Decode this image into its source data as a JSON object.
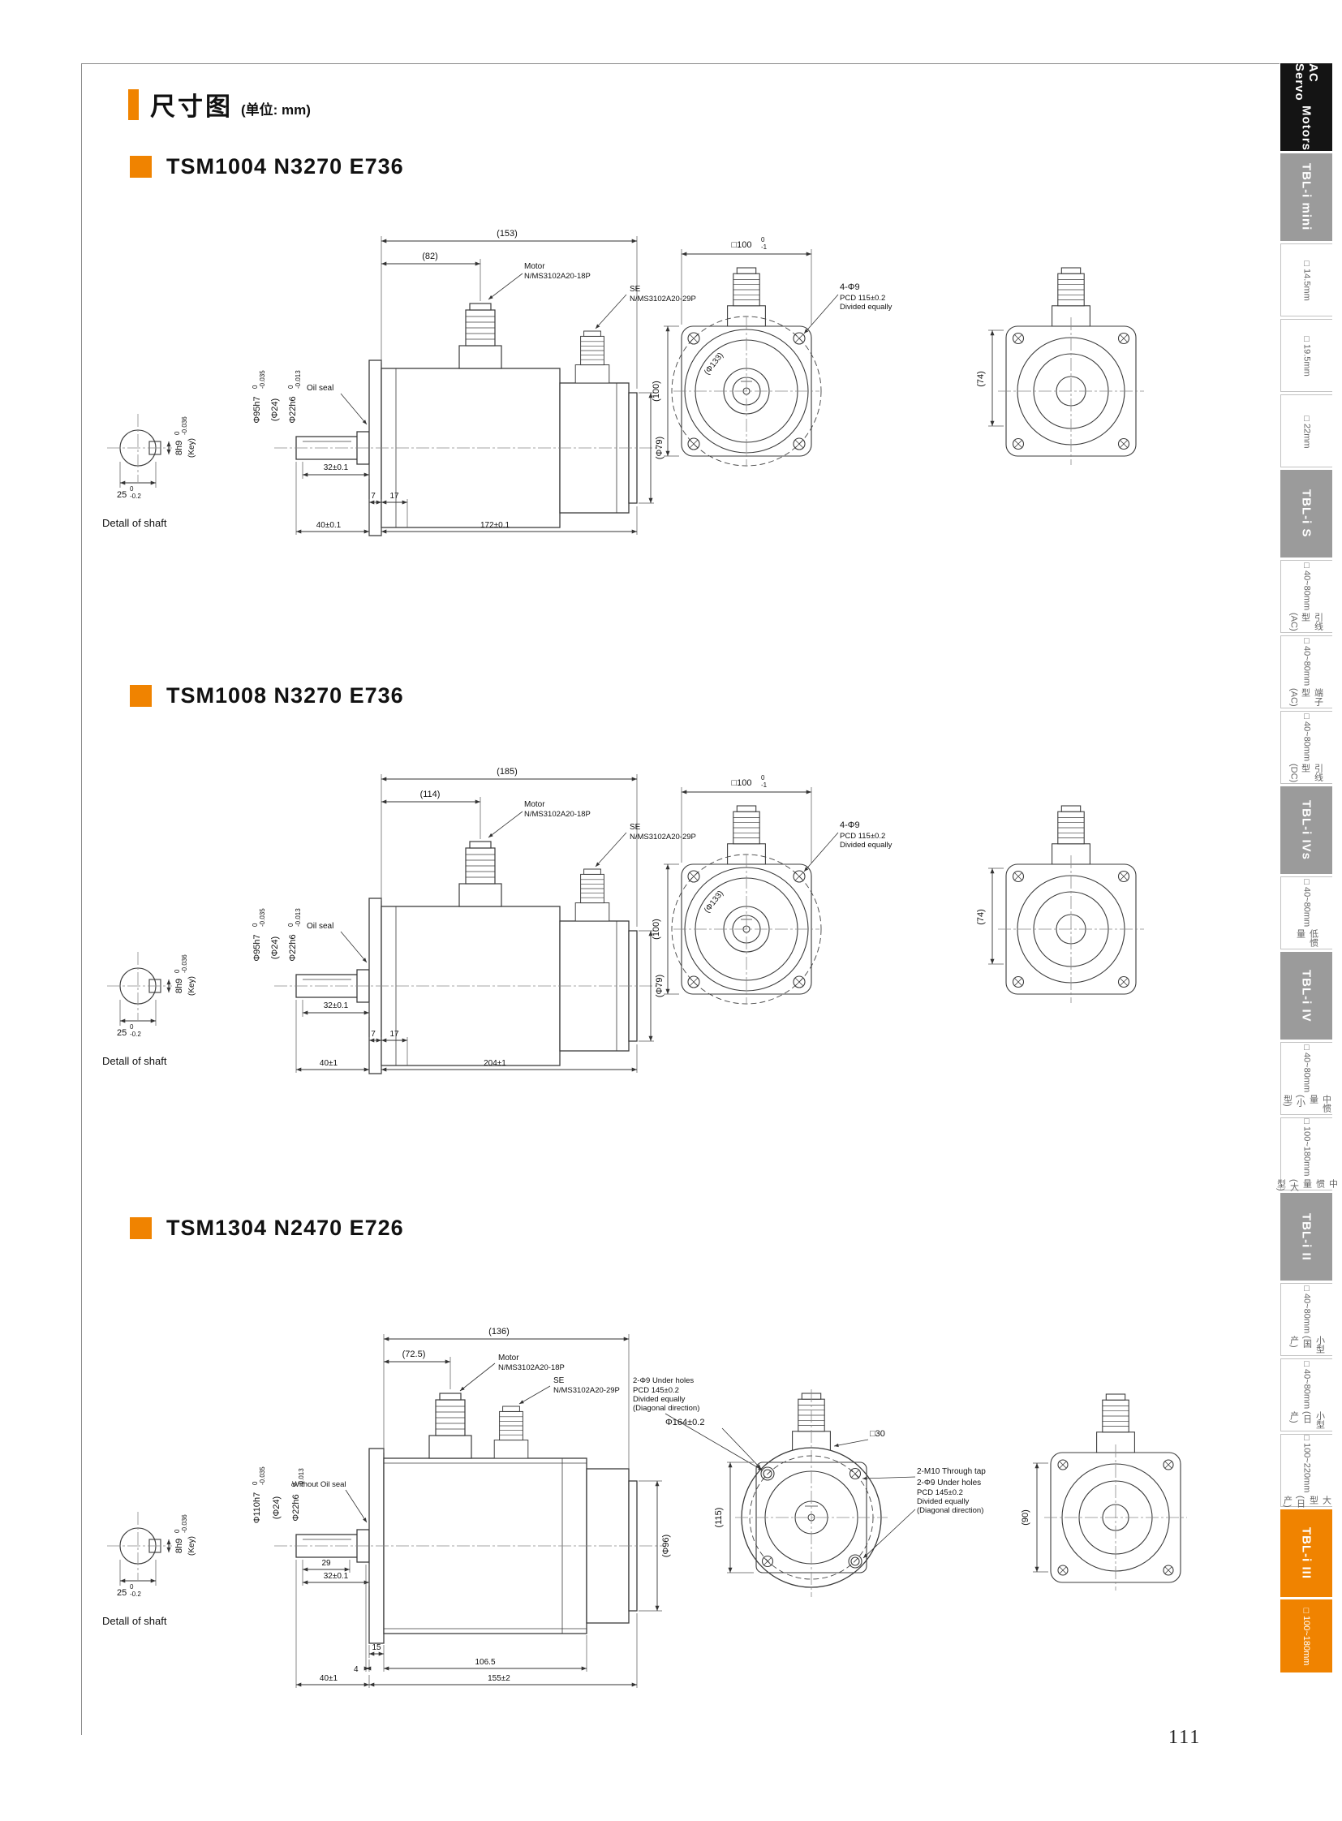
{
  "page": {
    "title": "尺寸图",
    "unit_note": "(单位: mm)",
    "page_number": "111",
    "accent_color": "#f08300"
  },
  "sections": [
    {
      "model": "TSM1004 N3270 E736",
      "shaft_detail": {
        "key": "8h9",
        "key_tu": "0",
        "key_tl": "-0.036",
        "key_note": "(Key)",
        "len": "25",
        "len_tu": "0",
        "len_tl": "-0.2",
        "caption": "Detall of shaft"
      },
      "side": {
        "dim_total_top": "(153)",
        "dim_conn": "(82)",
        "motor_l1": "Motor",
        "motor_l2": "N/MS3102A20-18P",
        "se_l1": "SE",
        "se_l2": "N/MS3102A20-29P",
        "oil_seal": "Oil seal",
        "dia_spigot": "Φ95h7",
        "dia_spigot_tu": "0",
        "dia_spigot_tl": "-0.035",
        "dia_step": "(Φ24)",
        "dia_shaft": "Φ22h6",
        "dia_shaft_tu": "0",
        "dia_shaft_tl": "-0.013",
        "dim_key_len": "32±0.1",
        "dim_flange_t": "7",
        "dim_front": "17",
        "dim_shaft_len": "40±0.1",
        "dim_body_len": "172±0.1",
        "dia_rear": "(Φ79)"
      },
      "front": {
        "dim_square": "□100",
        "sq_tu": "0",
        "sq_tl": "-1",
        "dia_corner": "(Φ133)",
        "dim_height": "(100)",
        "holes_l1": "4-Φ9",
        "holes_l2": "PCD 115±0.2",
        "holes_l3": "Divided equally"
      },
      "rear": {
        "dim_width": "(74)"
      }
    },
    {
      "model": "TSM1008 N3270 E736",
      "shaft_detail": {
        "key": "8h9",
        "key_tu": "0",
        "key_tl": "-0.036",
        "key_note": "(Key)",
        "len": "25",
        "len_tu": "0",
        "len_tl": "-0.2",
        "caption": "Detall of shaft"
      },
      "side": {
        "dim_total_top": "(185)",
        "dim_conn": "(114)",
        "motor_l1": "Motor",
        "motor_l2": "N/MS3102A20-18P",
        "se_l1": "SE",
        "se_l2": "N/MS3102A20-29P",
        "oil_seal": "Oil seal",
        "dia_spigot": "Φ95h7",
        "dia_spigot_tu": "0",
        "dia_spigot_tl": "-0.035",
        "dia_step": "(Φ24)",
        "dia_shaft": "Φ22h6",
        "dia_shaft_tu": "0",
        "dia_shaft_tl": "-0.013",
        "dim_key_len": "32±0.1",
        "dim_flange_t": "7",
        "dim_front": "17",
        "dim_shaft_len": "40±1",
        "dim_body_len": "204±1",
        "dia_rear": "(Φ79)"
      },
      "front": {
        "dim_square": "□100",
        "sq_tu": "0",
        "sq_tl": "-1",
        "dia_corner": "(Φ133)",
        "dim_height": "(100)",
        "holes_l1": "4-Φ9",
        "holes_l2": "PCD 115±0.2",
        "holes_l3": "Divided equally"
      },
      "rear": {
        "dim_width": "(74)"
      }
    },
    {
      "model": "TSM1304 N2470 E726",
      "shaft_detail": {
        "key": "8h9",
        "key_tu": "0",
        "key_tl": "-0.036",
        "key_note": "(Key)",
        "len": "25",
        "len_tu": "0",
        "len_tl": "-0.2",
        "caption": "Detall of shaft"
      },
      "side": {
        "dim_total_top": "(136)",
        "dim_conn": "(72.5)",
        "motor_l1": "Motor",
        "motor_l2": "N/MS3102A20-18P",
        "se_l1": "SE",
        "se_l2": "N/MS3102A20-29P",
        "oil_seal": "Without Oil seal",
        "dia_spigot": "Φ110h7",
        "dia_spigot_tu": "0",
        "dia_spigot_tl": "-0.035",
        "dia_step": "(Φ24)",
        "dia_shaft": "Φ22h6",
        "dia_shaft_tu": "0",
        "dia_shaft_tl": "-0.013",
        "dim_key2": "29",
        "dim_key_len": "32±0.1",
        "dim_flange_t": "15",
        "dim_step4": "4",
        "dim_mid": "106.5",
        "dim_shaft_len": "40±1",
        "dim_body_len": "155±2",
        "dia_rear": "(Φ96)"
      },
      "front": {
        "dia_flange": "Φ164±0.2",
        "dim_sq30": "□30",
        "dim_height": "(115)",
        "holesA_l1": "2-Φ9 Under holes",
        "holesA_l2": "PCD 145±0.2",
        "holesA_l3": "Divided equally",
        "holesA_l4": "(Diagonal direction)",
        "holesB_l1": "2-M10 Through tap",
        "holesB_l2": "2-Φ9 Under holes",
        "holesB_l3": "PCD 145±0.2",
        "holesB_l4": "Divided equally",
        "holesB_l5": "(Diagonal direction)"
      },
      "rear": {
        "dim_width": "(90)"
      }
    }
  ],
  "sidebar": {
    "items": [
      {
        "l1": "AC Servo",
        "l2": "Motors"
      },
      {
        "l1": "TBL-i mini"
      },
      {
        "l1": "□14.5mm"
      },
      {
        "l1": "□19.5mm"
      },
      {
        "l1": "□22mm"
      },
      {
        "l1": "TBL-i S"
      },
      {
        "l1": "□40~80mm",
        "l2": "引线型(AC)"
      },
      {
        "l1": "□40~80mm",
        "l2": "端子型(AC)"
      },
      {
        "l1": "□40~80mm",
        "l2": "引线型(DC)"
      },
      {
        "l1": "TBL-i IVs"
      },
      {
        "l1": "□40~80mm",
        "l2": "低惯量"
      },
      {
        "l1": "TBL-i IV"
      },
      {
        "l1": "□40~80mm",
        "l2": "中惯量(小型)"
      },
      {
        "l1": "□100~180mm",
        "l2": "中惯量(大型)"
      },
      {
        "l1": "TBL-i II"
      },
      {
        "l1": "□40~80mm",
        "l2": "小型(国产)"
      },
      {
        "l1": "□40~80mm",
        "l2": "小型(日产)"
      },
      {
        "l1": "□100~220mm",
        "l2": "大型(日产)"
      },
      {
        "l1": "TBL-i III"
      },
      {
        "l1": "□100~180mm"
      }
    ]
  }
}
